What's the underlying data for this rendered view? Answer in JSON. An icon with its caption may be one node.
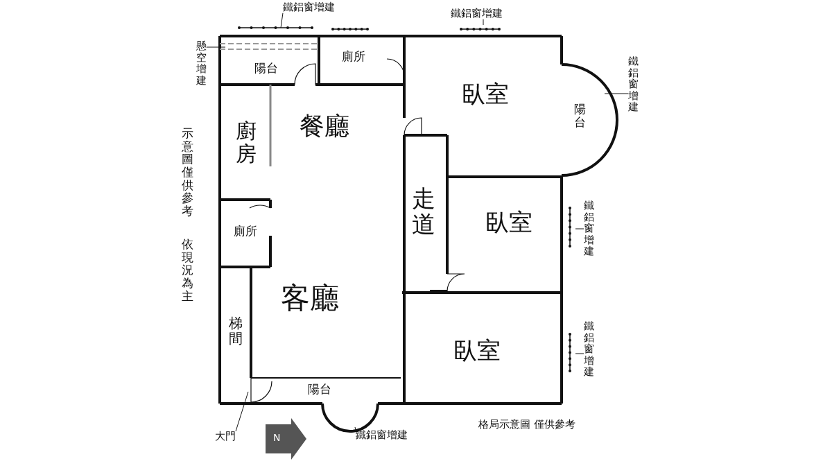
{
  "diagram": {
    "nodes": [
      {
        "text": [
          "懸空增建"
        ]
      },
      {
        "text": [
          "陽台"
        ]
      },
      {
        "text": [
          "廁所"
        ]
      },
      {
        "text": [
          "鐵鋁窗增建"
        ]
      },
      {
        "text": [
          "鐵鋁窗增建"
        ]
      },
      {
        "text": [
          "臥室"
        ]
      },
      {
        "text": [
          "陽台"
        ]
      },
      {
        "text": [
          "鐵鋁窗增建"
        ]
      },
      {
        "text": [
          "廚房"
        ]
      },
      {
        "text": [
          "餐廳"
        ]
      },
      {
        "text": [
          "走道"
        ]
      },
      {
        "text": [
          "臥室"
        ]
      },
      {
        "text": [
          "鐵鋁窗增建"
        ]
      },
      {
        "text": [
          "廁所"
        ]
      },
      {
        "text": [
          "客廳"
        ]
      },
      {
        "text": [
          "梯間"
        ]
      },
      {
        "text": [
          "臥室"
        ]
      },
      {
        "text": [
          "鐵鋁窗增建"
        ]
      },
      {
        "text": [
          "陽台"
        ]
      },
      {
        "text": [
          "大門"
        ]
      },
      {
        "text": [
          "鐵鋁窗增建"
        ]
      }
    ],
    "edges": [
      {
        "from": 0,
        "to": null,
        "arrow": "none"
      },
      {
        "from": 3,
        "to": null,
        "arrow": "none"
      },
      {
        "from": 4,
        "to": null,
        "arrow": "none"
      },
      {
        "from": 7,
        "to": null,
        "arrow": "none"
      },
      {
        "from": 12,
        "to": null,
        "arrow": "none"
      },
      {
        "from": 17,
        "to": null,
        "arrow": "none"
      },
      {
        "from": 19,
        "to": null,
        "arrow": "none"
      },
      {
        "from": 20,
        "to": null,
        "arrow": "none"
      }
    ],
    "labels": [
      "N",
      "示意圖僅供參考",
      "依現況為主",
      "格局示意圖 僅供參考"
    ]
  }
}
